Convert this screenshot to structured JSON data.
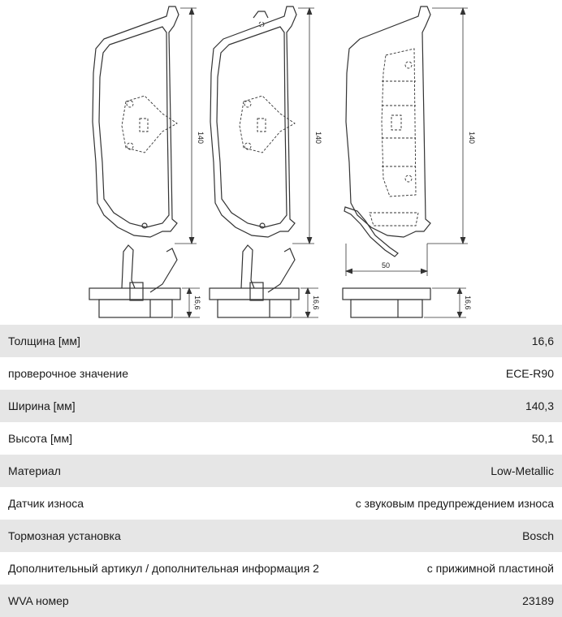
{
  "drawing": {
    "dim_height_1": "140",
    "dim_height_2": "140",
    "dim_height_3": "140",
    "dim_width_3": "50",
    "dim_thickness_1": "16,6",
    "dim_thickness_2": "16,6",
    "dim_thickness_3": "16,6"
  },
  "specs": [
    {
      "label": "Толщина [мм]",
      "value": "16,6"
    },
    {
      "label": "проверочное значение",
      "value": "ECE-R90"
    },
    {
      "label": "Ширина [мм]",
      "value": "140,3"
    },
    {
      "label": "Высота [мм]",
      "value": "50,1"
    },
    {
      "label": "Материал",
      "value": "Low-Metallic"
    },
    {
      "label": "Датчик износа",
      "value": "с звуковым предупреждением износа"
    },
    {
      "label": "Тормозная установка",
      "value": "Bosch"
    },
    {
      "label": "Дополнительный артикул / дополнительная информация 2",
      "value": "с прижимной пластиной"
    },
    {
      "label": "WVA номер",
      "value": "23189"
    }
  ]
}
